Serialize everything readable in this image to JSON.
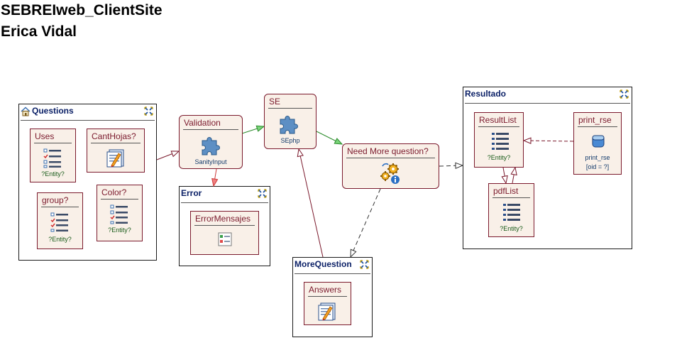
{
  "header": {
    "title": "SEBREIweb_ClientSite",
    "author": "Erica Vidal"
  },
  "groups": {
    "questions": {
      "title": "Questions",
      "icon": "home-icon"
    },
    "error": {
      "title": "Error"
    },
    "resultado": {
      "title": "Resultado"
    },
    "more_question": {
      "title": "MoreQuestion"
    }
  },
  "nodes": {
    "uses": {
      "label": "Uses",
      "sub": "?Entity?",
      "icon": "checklist-icon"
    },
    "cant_hojas": {
      "label": "CantHojas?",
      "icon": "form-edit-icon"
    },
    "group": {
      "label": "group?",
      "sub": "?Entity?",
      "icon": "checklist-icon"
    },
    "color": {
      "label": "Color?",
      "sub": "?Entity?",
      "icon": "checklist-icon"
    },
    "validation": {
      "label": "Validation",
      "sub": "SanityInput",
      "icon": "puzzle-icon"
    },
    "error_mensajes": {
      "label": "ErrorMensajes",
      "icon": "message-list-icon"
    },
    "se": {
      "label": "SE",
      "sub": "SEphp",
      "icon": "puzzle-icon"
    },
    "need_more": {
      "label": "Need More question?",
      "icon": "gears-info-icon"
    },
    "answers": {
      "label": "Answers",
      "icon": "form-edit-icon"
    },
    "result_list": {
      "label": "ResultList",
      "sub": "?Entity?",
      "icon": "list-icon"
    },
    "pdf_list": {
      "label": "pdfList",
      "sub": "?Entity?",
      "icon": "list-icon"
    },
    "print_rse": {
      "label": "print_rse",
      "sub": "print_rse",
      "sub2": "[oid = ?]",
      "icon": "database-icon"
    }
  },
  "colors": {
    "border": "#7b1a2d",
    "fill": "#f9f0e8",
    "group_title": "#0a1f66",
    "green_arrow": "#2a8a2a",
    "red_arrow": "#cc3a3a",
    "sub_text": "#1a5c1a"
  }
}
